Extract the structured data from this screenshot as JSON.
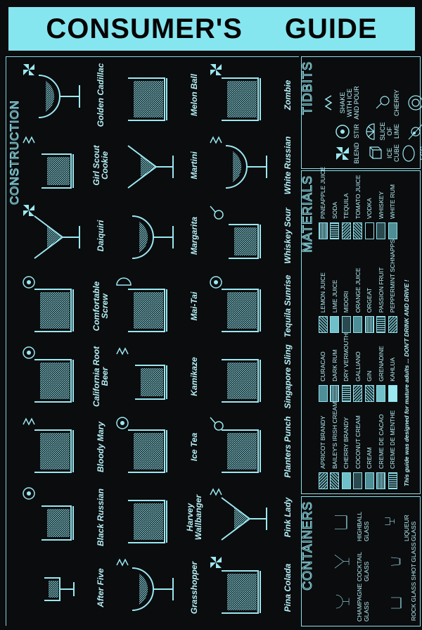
{
  "title": {
    "word1": "CONSUMER'S",
    "word2": "GUIDE"
  },
  "colors": {
    "background": "#0b0c0e",
    "accent": "#86e6f0",
    "line": "#8fe0ea"
  },
  "construction": {
    "label": "CONSTRUCTION",
    "drinks": [
      {
        "name": "Golden Cadillac",
        "glass": "champagne",
        "method": "blend"
      },
      {
        "name": "Melon Ball",
        "glass": "highball",
        "method": "none"
      },
      {
        "name": "Zombie",
        "glass": "highball",
        "method": "blend"
      },
      {
        "name": "Girl Scout Cookie",
        "glass": "rock",
        "method": "shake"
      },
      {
        "name": "Martini",
        "glass": "cocktail",
        "method": "none"
      },
      {
        "name": "White Russian",
        "glass": "champagne",
        "method": "shake"
      },
      {
        "name": "Daiquiri",
        "glass": "cocktail",
        "method": "blend"
      },
      {
        "name": "Margarita",
        "glass": "champagne",
        "method": "none"
      },
      {
        "name": "Whiskey Sour",
        "glass": "rock",
        "method": "cherry"
      },
      {
        "name": "Comfortable Screw",
        "glass": "highball",
        "method": "stir"
      },
      {
        "name": "Mai-Tai",
        "glass": "highball",
        "method": "lime"
      },
      {
        "name": "Tequila Sunrise",
        "glass": "highball",
        "method": "stir"
      },
      {
        "name": "California Root Beer",
        "glass": "highball",
        "method": "stir"
      },
      {
        "name": "Kamikaze",
        "glass": "rock",
        "method": "shake"
      },
      {
        "name": "Singapore Sling",
        "glass": "highball",
        "method": "none"
      },
      {
        "name": "Bloody Mary",
        "glass": "highball",
        "method": "shake"
      },
      {
        "name": "Ice Tea",
        "glass": "highball",
        "method": "stir"
      },
      {
        "name": "Planters Punch",
        "glass": "highball",
        "method": "cherry"
      },
      {
        "name": "Black Russian",
        "glass": "rock",
        "method": "stir"
      },
      {
        "name": "Harvey Wallbanger",
        "glass": "highball",
        "method": "none"
      },
      {
        "name": "Pink Lady",
        "glass": "cocktail",
        "method": "shake"
      },
      {
        "name": "After Five",
        "glass": "liqueur",
        "method": "none"
      },
      {
        "name": "Grasshopper",
        "glass": "champagne",
        "method": "shake"
      },
      {
        "name": "Pina Colada",
        "glass": "highball",
        "method": "blend"
      }
    ]
  },
  "tidbits": {
    "label": "TIDBITS",
    "items": [
      {
        "label": "BLEND",
        "icon": "pinwheel-icon"
      },
      {
        "label": "STIR",
        "icon": "stir-icon"
      },
      {
        "label": "SHAKE WITH ICE AND POUR",
        "icon": "zigzag-icon"
      },
      {
        "label": "ICE CUBE",
        "icon": "ice-cube-icon"
      },
      {
        "label": "SLICE OF LIME",
        "icon": "lime-slice-icon"
      },
      {
        "label": "CHERRY",
        "icon": "cherry-icon"
      },
      {
        "label": "EGG WHITE",
        "icon": "egg-icon"
      },
      {
        "label": "OLIVE",
        "icon": "olive-icon"
      },
      {
        "label": "PINEAPPLE",
        "icon": "pineapple-icon"
      }
    ]
  },
  "materials": {
    "label": "MATERIALS",
    "items": [
      "APRICOT BRANDY",
      "CURACAO",
      "LEMON JUICE",
      "PINEAPPLE JUICE",
      "BAILEY'S IRISH CREAM",
      "DARK RUM",
      "LIME JUICE",
      "SODA",
      "CHERRY BRANDY",
      "DRY VERMOUTH",
      "MIDORI",
      "TEQUILA",
      "COCONUT CREAM",
      "GALLIANO",
      "ORANGE JUICE",
      "TOMATO JUICE",
      "CREAM",
      "GIN",
      "ORGEAT",
      "VODKA",
      "CREME DE CACAO",
      "GRENADINE",
      "PASSION FRUIT",
      "WHISKEY",
      "CREME DE MENTHE",
      "KAHLUA",
      "PEPPERMINT SCHNAPPS",
      "WHITE RUM"
    ],
    "notice": "This guide was designed for mature adults ...   DON'T DRINK AND DRIVE !"
  },
  "containers": {
    "label": "CONTAINERS",
    "items": [
      {
        "label": "CHAMPAGNE GLASS",
        "glass": "champagne"
      },
      {
        "label": "COCKTAIL GLASS",
        "glass": "cocktail"
      },
      {
        "label": "HIGHBALL GLASS",
        "glass": "highball"
      },
      {
        "label": "ROCK GLASS",
        "glass": "rock"
      },
      {
        "label": "SHOT GLASS",
        "glass": "shot"
      },
      {
        "label": "LIQUEUR GLASS",
        "glass": "liqueur"
      }
    ]
  }
}
